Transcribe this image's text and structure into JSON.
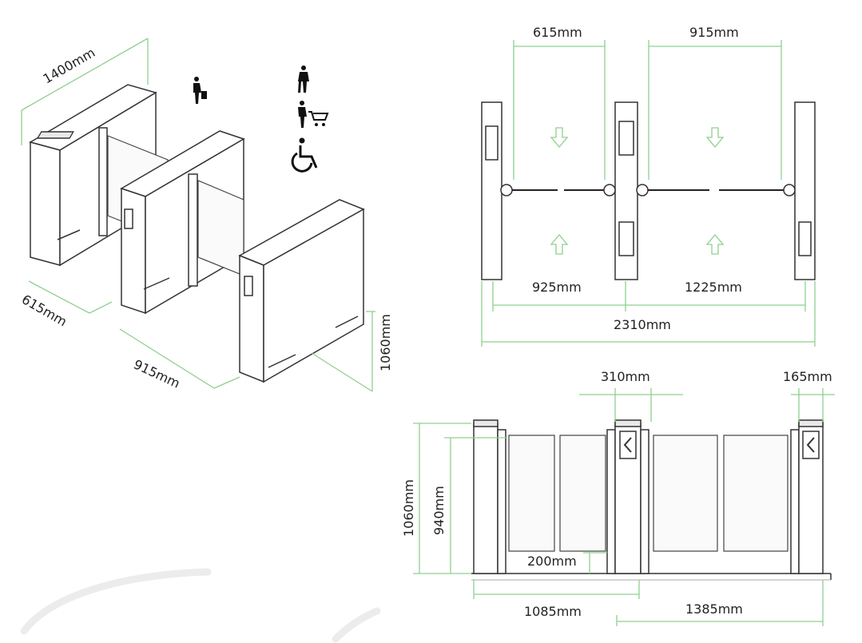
{
  "dims": {
    "iso_length": "1400mm",
    "iso_lane_small": "615mm",
    "iso_lane_large": "915mm",
    "iso_height": "1060mm",
    "top_gap_small": "615mm",
    "top_gap_large": "915mm",
    "top_pitch_small": "925mm",
    "top_pitch_large": "1225mm",
    "top_total": "2310mm",
    "front_cabinet_width": "310mm",
    "front_end_width": "165mm",
    "front_height": "1060mm",
    "front_glass_height": "940mm",
    "front_glass_bottom": "200mm",
    "front_span_small": "1085mm",
    "front_span_large": "1385mm"
  },
  "icons": [
    "pedestrian-luggage-icon",
    "pedestrian-icon",
    "shopping-cart-icon",
    "wheelchair-icon"
  ],
  "colors": {
    "dimension": "#8fd08f",
    "outline": "#333333"
  }
}
